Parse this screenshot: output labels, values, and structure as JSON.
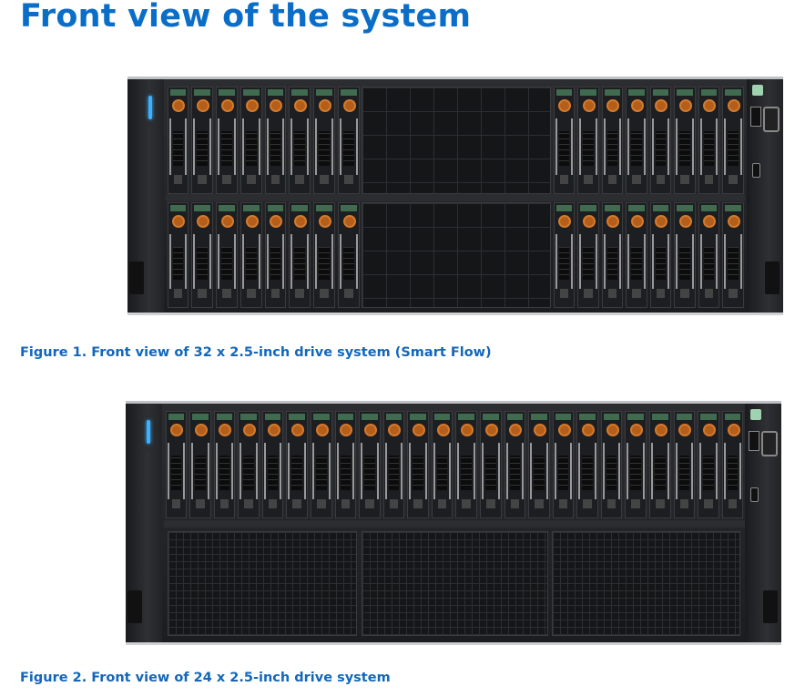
{
  "page": {
    "title": "Front view of the system"
  },
  "figures": [
    {
      "caption": "Figure 1. Front view of 32 x 2.5-inch drive system (Smart Flow)",
      "drive_count": 32
    },
    {
      "caption": "Figure 2. Front view of 24 x 2.5-inch drive system",
      "drive_count": 24
    }
  ],
  "colors": {
    "heading": "#0a6ec9",
    "caption": "#1467b8",
    "led": "#3bb0ff",
    "drive_knob": "#d27a2e"
  }
}
